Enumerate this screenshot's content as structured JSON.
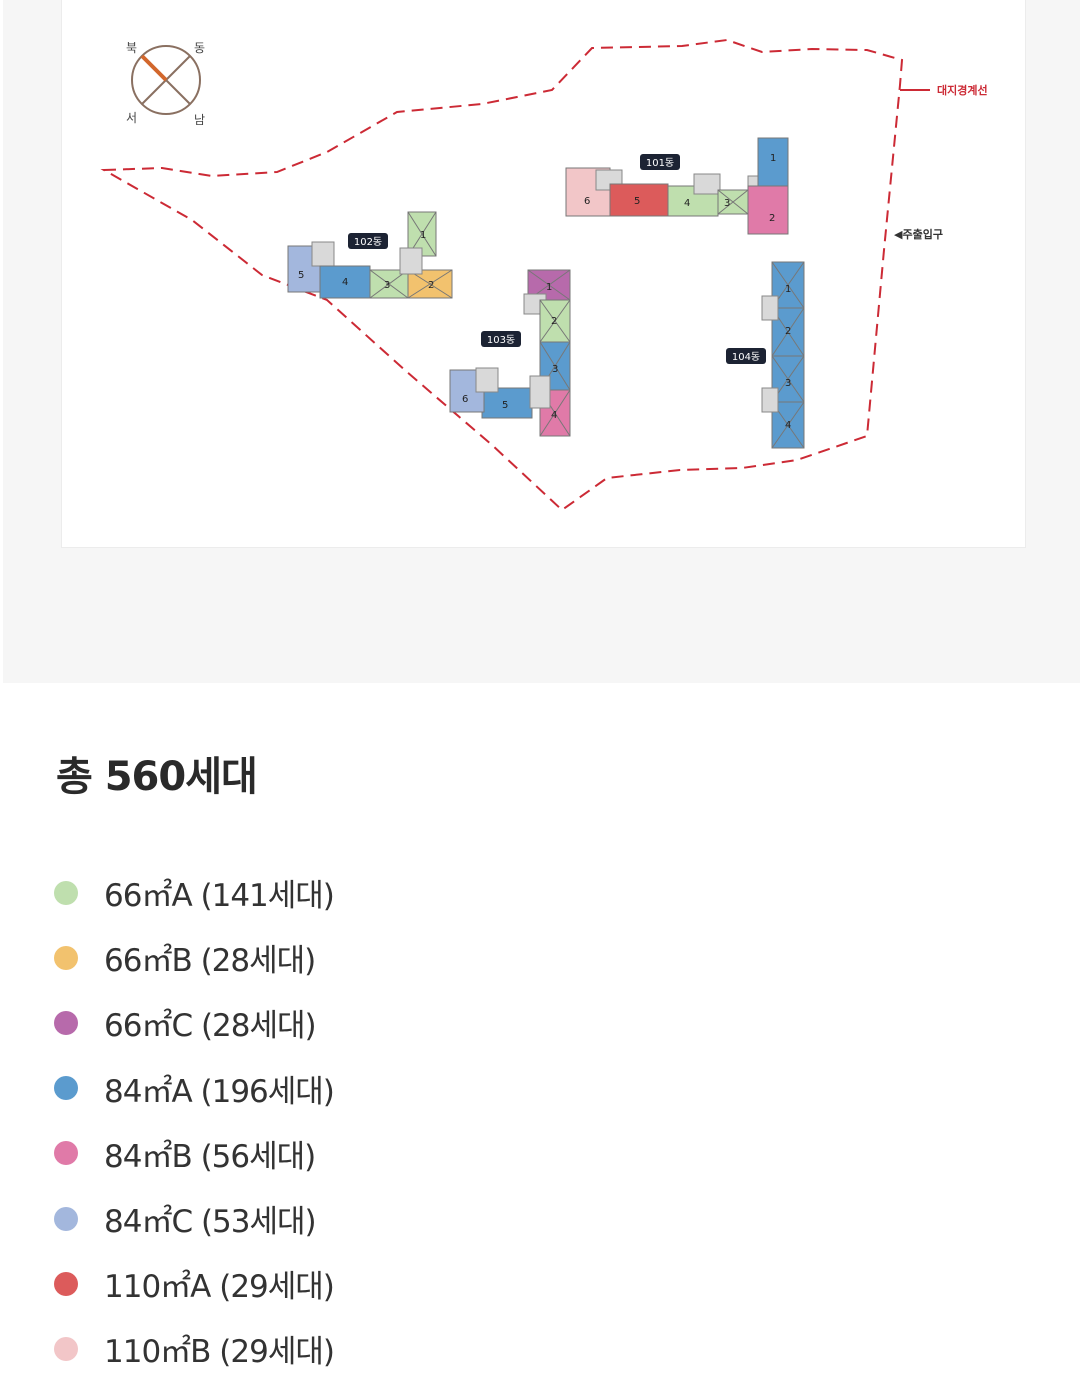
{
  "compass": {
    "north": "북",
    "east": "동",
    "west": "서",
    "south": "남"
  },
  "map_labels": {
    "boundary": "대지경계선",
    "entrance": "◀주출입구"
  },
  "buildings": [
    {
      "name": "101동",
      "units": [
        {
          "label": "6",
          "type": "110m²B"
        },
        {
          "label": "5",
          "type": "110m²A"
        },
        {
          "label": "4",
          "type": "66m²A"
        },
        {
          "label": "3",
          "type": "66m²A"
        },
        {
          "label": "1",
          "type": "84m²A"
        },
        {
          "label": "2",
          "type": "84m²B"
        }
      ]
    },
    {
      "name": "102동",
      "units": [
        {
          "label": "5",
          "type": "84m²C"
        },
        {
          "label": "4",
          "type": "84m²A"
        },
        {
          "label": "3",
          "type": "66m²A"
        },
        {
          "label": "2",
          "type": "66m²B"
        },
        {
          "label": "1",
          "type": "66m²A"
        }
      ]
    },
    {
      "name": "103동",
      "units": [
        {
          "label": "1",
          "type": "66m²C"
        },
        {
          "label": "2",
          "type": "66m²A"
        },
        {
          "label": "3",
          "type": "84m²A"
        },
        {
          "label": "4",
          "type": "84m²B"
        },
        {
          "label": "5",
          "type": "84m²A"
        },
        {
          "label": "6",
          "type": "84m²C"
        }
      ]
    },
    {
      "name": "104동",
      "units": [
        {
          "label": "1",
          "type": "84m²A"
        },
        {
          "label": "2",
          "type": "84m²A"
        },
        {
          "label": "3",
          "type": "84m²A"
        },
        {
          "label": "4",
          "type": "84m²A"
        }
      ]
    }
  ],
  "summary": {
    "title": "총 560세대"
  },
  "legend": [
    {
      "label": "66㎡A (141세대)",
      "color": "#bfdfae"
    },
    {
      "label": "66㎡B (28세대)",
      "color": "#f2c26e"
    },
    {
      "label": "66㎡C (28세대)",
      "color": "#b76aab"
    },
    {
      "label": "84㎡A (196세대)",
      "color": "#5b9bce"
    },
    {
      "label": "84㎡B (56세대)",
      "color": "#e07aa8"
    },
    {
      "label": "84㎡C (53세대)",
      "color": "#a3b7dd"
    },
    {
      "label": "110㎡A (29세대)",
      "color": "#dc5b5b"
    },
    {
      "label": "110㎡B (29세대)",
      "color": "#f2c6c8"
    }
  ],
  "colors": {
    "boundary_line": "#cc2a35",
    "badge_bg": "#1c2333",
    "annex": "#d9d9d9",
    "compass_needle": "#d2672c"
  }
}
